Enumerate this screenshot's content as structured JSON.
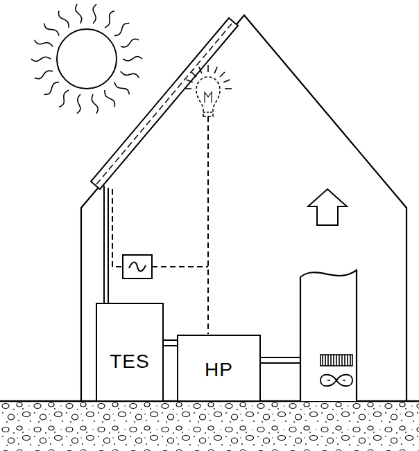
{
  "diagram": {
    "nodes": [
      {
        "text": [
          "TES"
        ]
      },
      {
        "text": [
          "HP"
        ]
      }
    ],
    "edges": [
      {
        "from": 0,
        "to": 1,
        "arrow": "none"
      }
    ]
  }
}
